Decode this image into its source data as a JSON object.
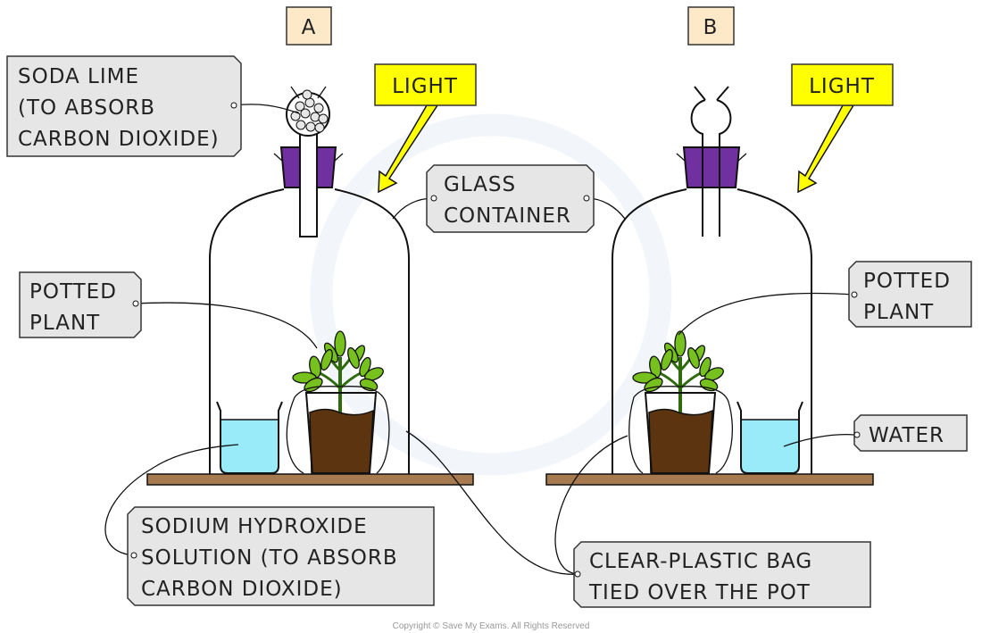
{
  "setups": {
    "a": {
      "letter": "A"
    },
    "b": {
      "letter": "B"
    }
  },
  "labels": {
    "soda_lime": [
      "SODA LIME",
      "(TO ABSORB",
      "CARBON DIOXIDE)"
    ],
    "light": "LIGHT",
    "glass_container": [
      "GLASS",
      "CONTAINER"
    ],
    "potted_plant": [
      "POTTED",
      "PLANT"
    ],
    "water": "WATER",
    "sodium_hydroxide": [
      "SODIUM HYDROXIDE",
      "SOLUTION (TO ABSORB",
      "CARBON DIOXIDE)"
    ],
    "plastic_bag": [
      "CLEAR-PLASTIC BAG",
      "TIED OVER THE POT"
    ]
  },
  "copyright": "Copyright © Save My Exams. All Rights Reserved",
  "colors": {
    "label_box": "#e6e6e6",
    "letter_box": "#fde8c8",
    "light_box": "#ffff00",
    "stopper": "#7030a0",
    "liquid": "#99ebfa",
    "soil": "#5c3410",
    "leaf": "#77c11e",
    "shelf": "#a87a4f"
  }
}
